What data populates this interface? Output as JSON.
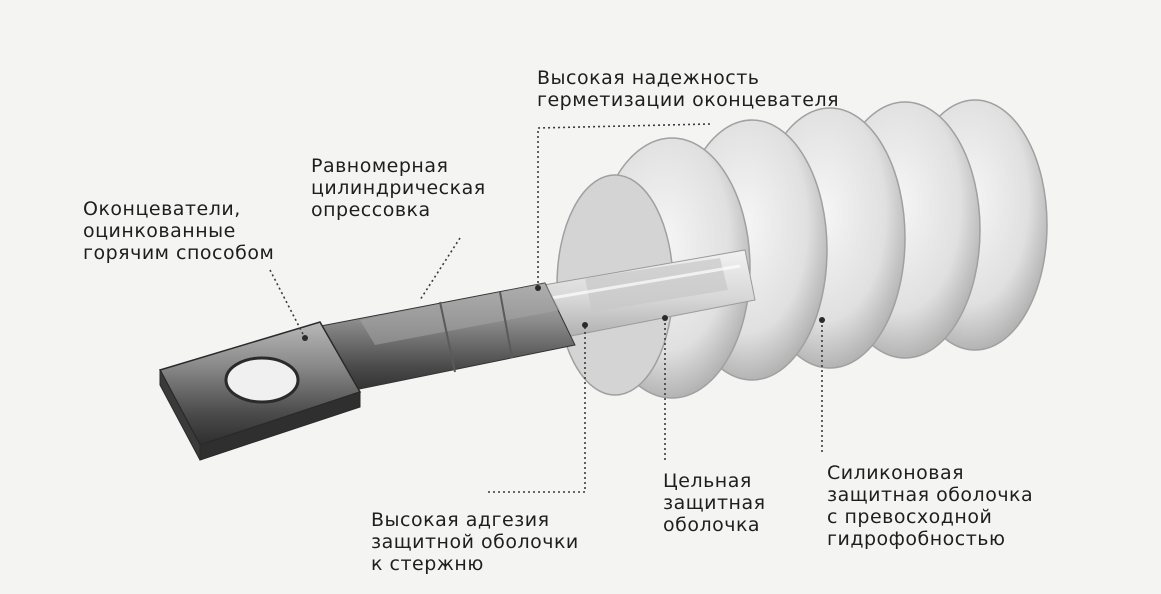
{
  "colors": {
    "background": "#f4f4f2",
    "text": "#1e1e1e",
    "metal_dark": "#444444",
    "metal_light": "#9a9a9a",
    "silicone": "#e2e2e2",
    "silicone_shade": "#bcbcbc",
    "leader": "#3a3a3a"
  },
  "callouts": {
    "sealing": {
      "lines": [
        "Высокая надежность",
        "герметизации оконцевателя"
      ]
    },
    "crimping": {
      "lines": [
        "Равномерная",
        "цилиндрическая",
        "опрессовка"
      ]
    },
    "galvanized": {
      "lines": [
        "Оконцеватели,",
        "оцинкованные",
        "горячим способом"
      ]
    },
    "adhesion": {
      "lines": [
        "Высокая адгезия",
        "защитной оболочки",
        "к стержню"
      ]
    },
    "solid_sheath": {
      "lines": [
        "Цельная",
        "защитная",
        "оболочка"
      ]
    },
    "silicone_sheath": {
      "lines": [
        "Силиконовая",
        "защитная оболочка",
        "с превосходной",
        "гидрофобностью"
      ]
    }
  }
}
